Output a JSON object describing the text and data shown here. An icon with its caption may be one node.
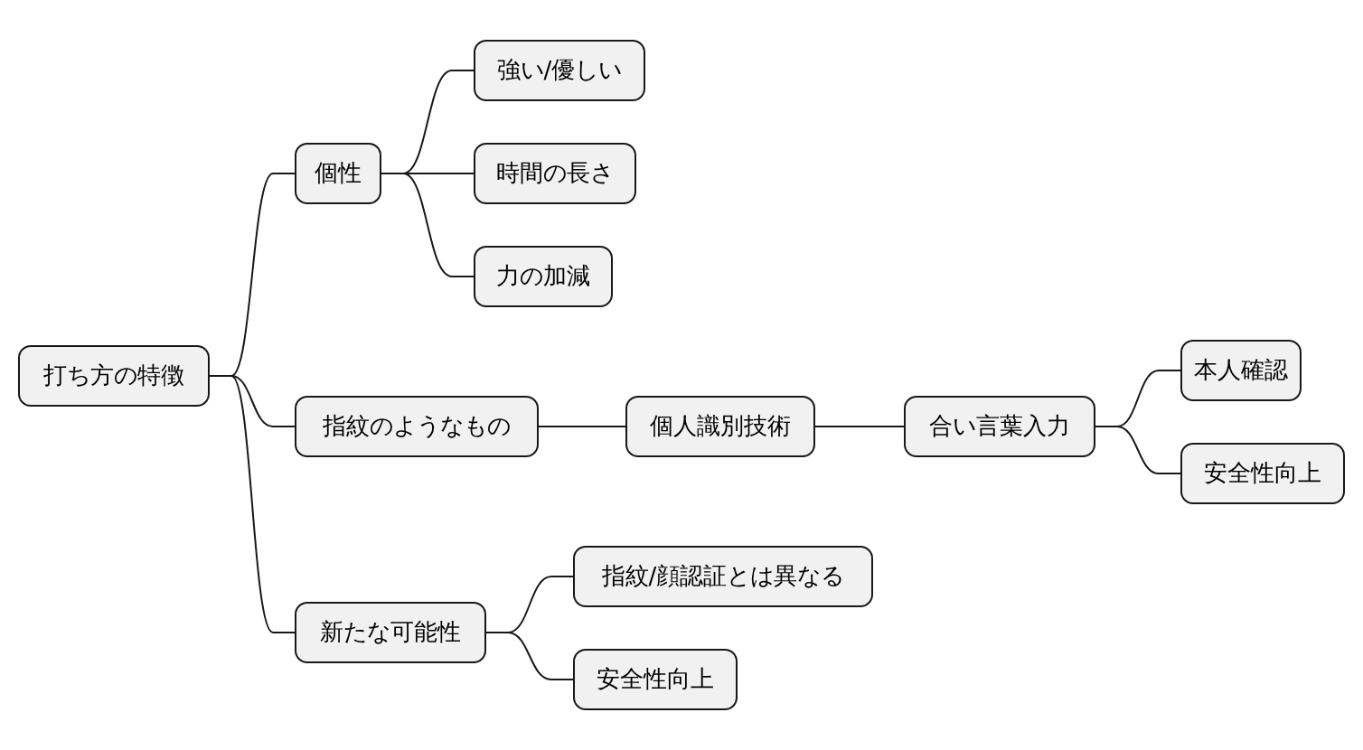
{
  "diagram": {
    "nodes": [
      {
        "text": [
          "打ち方の特徴"
        ]
      },
      {
        "text": [
          "個性"
        ]
      },
      {
        "text": [
          "強い/優しい"
        ]
      },
      {
        "text": [
          "時間の長さ"
        ]
      },
      {
        "text": [
          "力の加減"
        ]
      },
      {
        "text": [
          "指紋のようなもの"
        ]
      },
      {
        "text": [
          "個人識別技術"
        ]
      },
      {
        "text": [
          "合い言葉入力"
        ]
      },
      {
        "text": [
          "本人確認"
        ]
      },
      {
        "text": [
          "安全性向上"
        ]
      },
      {
        "text": [
          "新たな可能性"
        ]
      },
      {
        "text": [
          "指紋/顔認証とは異なる"
        ]
      },
      {
        "text": [
          "安全性向上"
        ]
      }
    ],
    "edges": [
      {
        "from": 0,
        "to": 1,
        "arrow": "none"
      },
      {
        "from": 1,
        "to": 2,
        "arrow": "none"
      },
      {
        "from": 1,
        "to": 3,
        "arrow": "none"
      },
      {
        "from": 1,
        "to": 4,
        "arrow": "none"
      },
      {
        "from": 0,
        "to": 5,
        "arrow": "none"
      },
      {
        "from": 5,
        "to": 6,
        "arrow": "none"
      },
      {
        "from": 6,
        "to": 7,
        "arrow": "none"
      },
      {
        "from": 7,
        "to": 8,
        "arrow": "none"
      },
      {
        "from": 7,
        "to": 9,
        "arrow": "none"
      },
      {
        "from": 0,
        "to": 10,
        "arrow": "none"
      },
      {
        "from": 10,
        "to": 11,
        "arrow": "none"
      },
      {
        "from": 10,
        "to": 12,
        "arrow": "none"
      }
    ]
  }
}
